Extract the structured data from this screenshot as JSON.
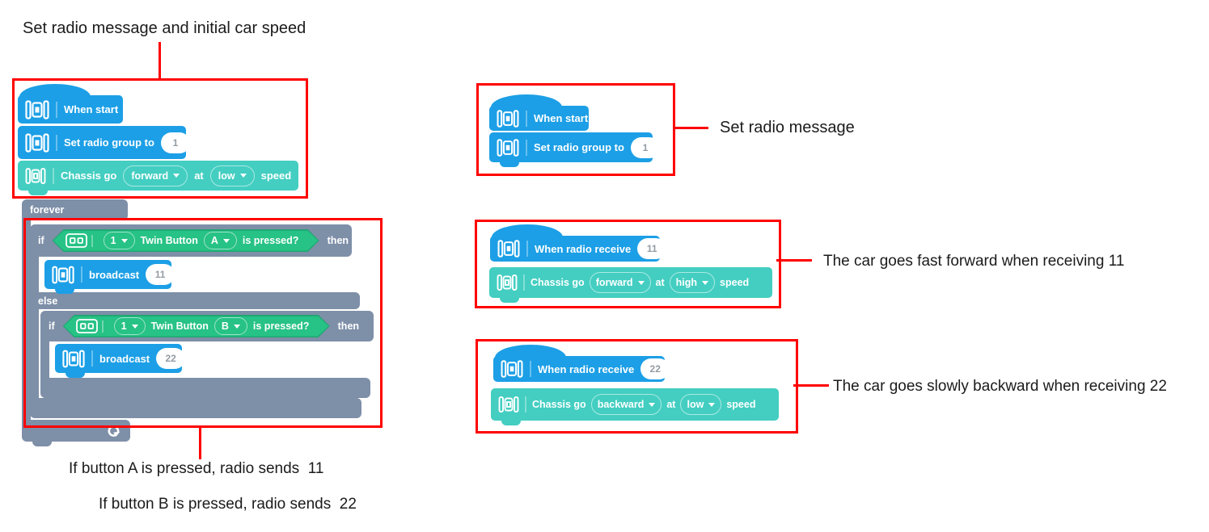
{
  "colors": {
    "event_blue": "#1C9FE6",
    "action_teal": "#43CEC1",
    "sensor_green": "#27C285",
    "control_gray": "#7E8FA8",
    "annotation_red": "#FF0000",
    "workspace_bg": "#FFFFFF",
    "field_text_gray": "#939CA4"
  },
  "annotations": {
    "setup_left": "Set radio message and initial car speed",
    "buttons_line1": "If button A is pressed, radio sends  11",
    "buttons_line2": "If button B is pressed, radio sends  22",
    "radio_setup": "Set radio message",
    "receive_11": "The car goes fast forward when receiving 11",
    "receive_22": "The car goes slowly backward when receiving 22"
  },
  "labels": {
    "when_start": "When start",
    "set_radio_group_to": "Set radio group to",
    "chassis_go": "Chassis go",
    "at": "at",
    "speed": "speed",
    "forever": "forever",
    "if": "if",
    "then": "then",
    "else": "else",
    "broadcast": "broadcast",
    "when_radio_receive": "When radio receive",
    "twin_button": "Twin Button",
    "is_pressed": "is pressed?"
  },
  "values": {
    "radio_group": "1",
    "sensor_port": "1",
    "button_a": "A",
    "button_b": "B",
    "msg_a": "11",
    "msg_b": "22",
    "dir_forward": "forward",
    "dir_backward": "backward",
    "speed_low": "low",
    "speed_high": "high"
  }
}
